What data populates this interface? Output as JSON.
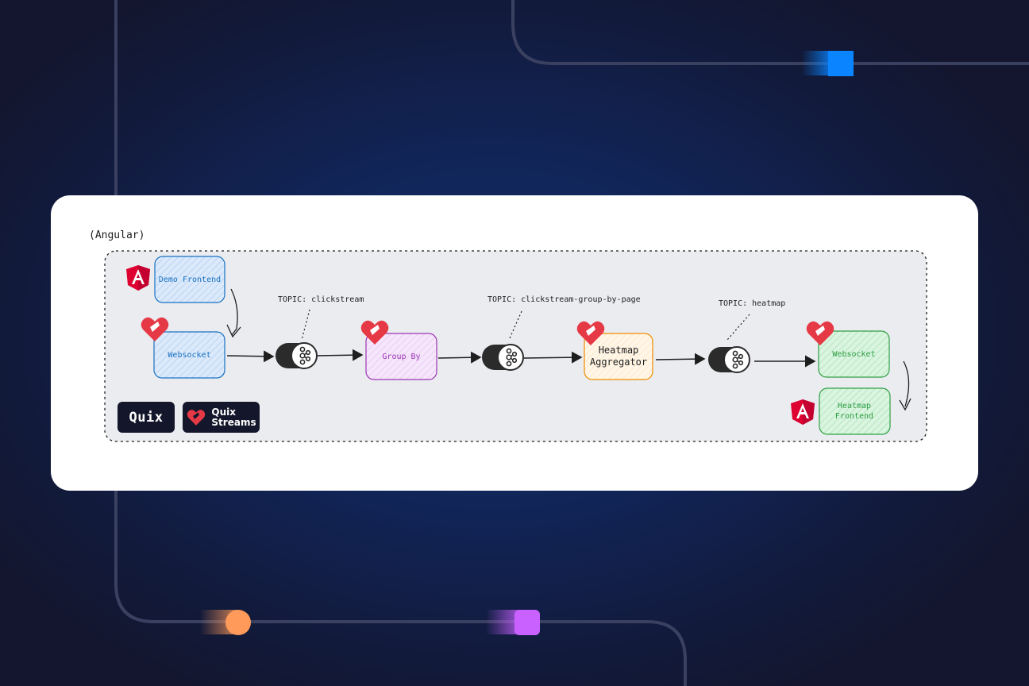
{
  "frame_label": "(Angular)",
  "nodes": {
    "demo_frontend": "Demo Frontend",
    "websocket_in": "Websocket",
    "group_by": "Group By",
    "heatmap_aggregator": "Heatmap Aggregator",
    "websocket_out": "Websocket",
    "heatmap_frontend": "Heatmap Frontend"
  },
  "topics": {
    "clickstream": "TOPIC: clickstream",
    "group_by_page": "TOPIC: clickstream-group-by-page",
    "heatmap": "TOPIC: heatmap"
  },
  "logos": {
    "quix": "Quix",
    "quix_streams_line1": "Quix",
    "quix_streams_line2": "Streams",
    "angular_icon": "angular-icon",
    "quix_streams_icon": "quix-streams-heart-icon",
    "kafka_icon": "kafka-topic-icon"
  },
  "colors": {
    "blue": "#1971c2",
    "blue_fill": "#dbe9fa",
    "purple": "#9c36b5",
    "purple_fill": "#f3e0fa",
    "orange": "#f08c00",
    "orange_fill": "#fff4e3",
    "green": "#2f9e44",
    "green_fill": "#d6f3dd",
    "angular_red": "#dd0031",
    "quix_red": "#e63946",
    "accent_blue": "#0a84ff",
    "accent_orange": "#ff9a5a",
    "accent_purple": "#c861ff"
  }
}
